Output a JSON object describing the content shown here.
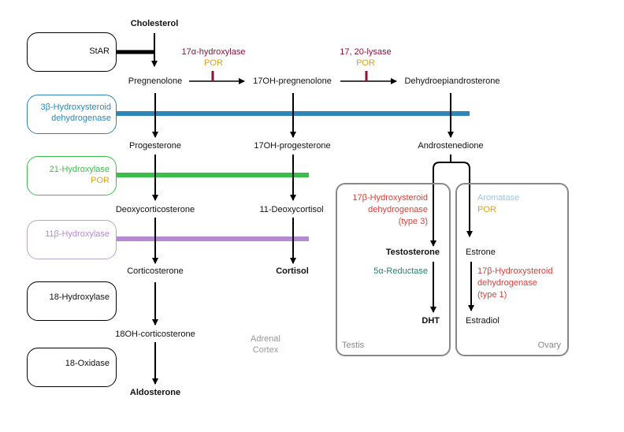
{
  "colors": {
    "hsd3b": "#2e86b8",
    "hyd21": "#3cbf4a",
    "hyd11": "#b68ad0",
    "por": "#e0a21b",
    "lyase": "#8a1238",
    "hsd17b": "#d9403a",
    "reductase5a": "#1a8c72",
    "aromatase": "#9fc6e2",
    "tissue_border": "#888888"
  },
  "metabolites": {
    "cholesterol": "Cholesterol",
    "pregnenolone": "Pregnenolone",
    "oh17_pregnenolone": "17OH-pregnenolone",
    "dhea": "Dehydroepiandrosterone",
    "progesterone": "Progesterone",
    "oh17_progesterone": "17OH-progesterone",
    "androstenedione": "Androstenedione",
    "deoxycorticosterone": "Deoxycorticosterone",
    "deoxycortisol": "11-Deoxycortisol",
    "corticosterone": "Corticosterone",
    "cortisol": "Cortisol",
    "oh18_corticosterone": "18OH-corticosterone",
    "aldosterone": "Aldosterone",
    "testosterone": "Testosterone",
    "dht": "DHT",
    "estrone": "Estrone",
    "estradiol": "Estradiol"
  },
  "enzymes": {
    "star": "StAR",
    "hydroxylase17a": "17α-hydroxylase",
    "por": "POR",
    "lyase": "17, 20-lysase",
    "hsd3b_line1": "3β-Hydroxysteroid",
    "hsd3b_line2": "dehydrogenase",
    "hyd21": "21-Hydroxylase",
    "hyd11": "11β-Hydroxylase",
    "hyd18": "18-Hydroxylase",
    "oxidase18": "18-Oxidase",
    "hsd17b3_line1": "17β-Hydroxysteroid",
    "hsd17b3_line2": "dehydrogenase",
    "hsd17b3_line3": "(type 3)",
    "reductase5a": "5α-Reductase",
    "aromatase": "Aromatase",
    "hsd17b1_line1": "17β-Hydroxysteroid",
    "hsd17b1_line2": "dehydrogenase",
    "hsd17b1_line3": "(type 1)"
  },
  "regions": {
    "adrenal_line1": "Adrenal",
    "adrenal_line2": "Cortex",
    "testis": "Testis",
    "ovary": "Ovary"
  }
}
